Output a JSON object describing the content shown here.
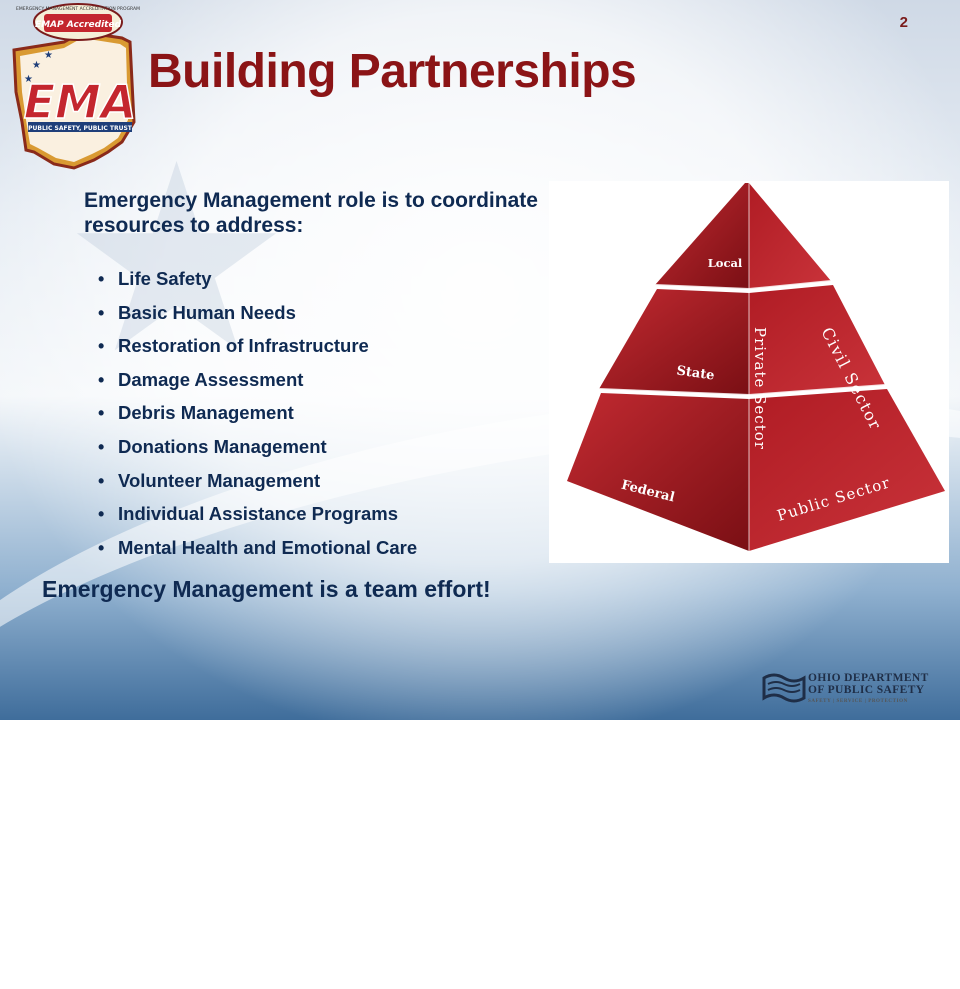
{
  "slide_number": "2",
  "logo": {
    "seal_text": "EMERGENCY MANAGEMENT ACCREDITATION PROGRAM",
    "badge_text": "EMAP Accredited",
    "letters": "EMA",
    "tagline": "PUBLIC SAFETY, PUBLIC TRUST"
  },
  "title": "Building Partnerships",
  "intro": "Emergency Management role is to coordinate resources to address:",
  "bullets": [
    "Life Safety",
    "Basic Human Needs",
    "Restoration of Infrastructure",
    "Damage Assessment",
    "Debris Management",
    "Donations Management",
    "Volunteer Management",
    "Individual Assistance Programs",
    "Mental Health and Emotional Care"
  ],
  "closing": "Emergency Management is a team effort!",
  "pyramid": {
    "levels": [
      "Local",
      "State",
      "Federal"
    ],
    "private_sector": "Private Sector",
    "civil_sector": "Civil Sector",
    "public_sector": "Public Sector",
    "colors": {
      "light": "#b5242c",
      "dark": "#7d1116"
    }
  },
  "footer": {
    "line1": "OHIO DEPARTMENT",
    "line2": "OF PUBLIC SAFETY",
    "line3": "SAFETY | SERVICE | PROTECTION"
  }
}
